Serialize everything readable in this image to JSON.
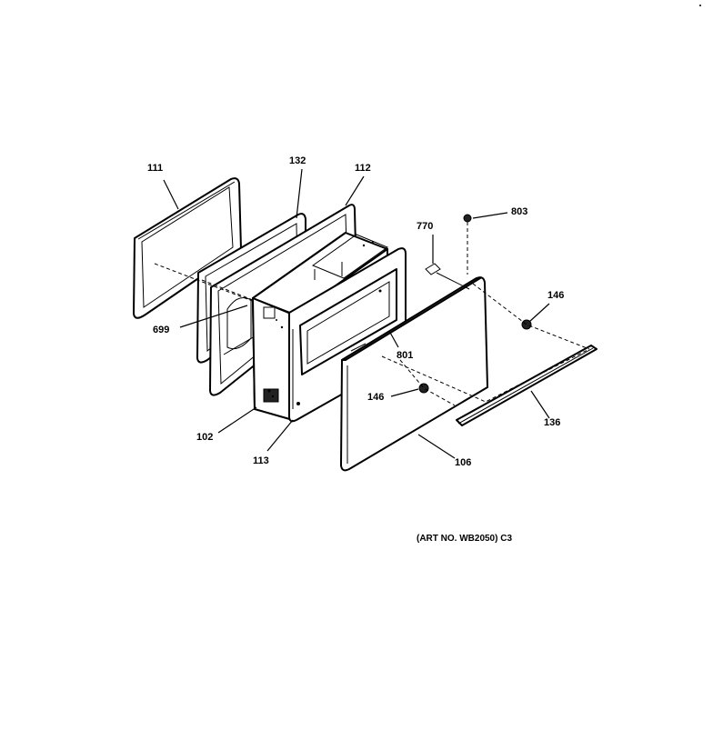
{
  "callouts": {
    "c111": "111",
    "c132": "132",
    "c112": "112",
    "c770": "770",
    "c803": "803",
    "c146a": "146",
    "c699": "699",
    "c801": "801",
    "c146b": "146",
    "c102": "102",
    "c136": "136",
    "c113": "113",
    "c106": "106"
  },
  "art_number": "(ART NO. WB2050) C3"
}
